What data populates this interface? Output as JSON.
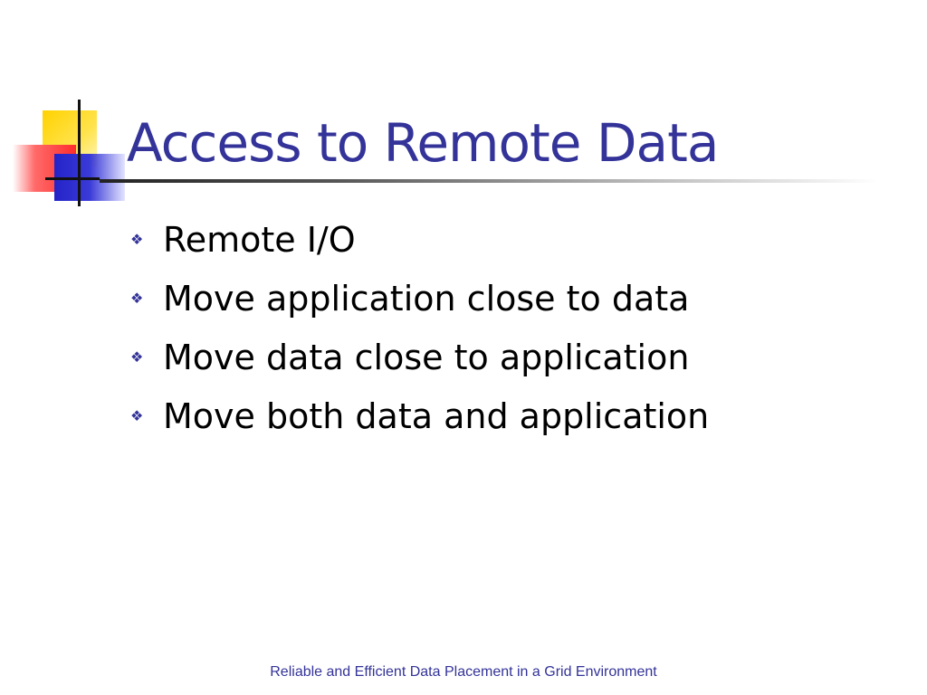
{
  "slide": {
    "title": "Access to Remote Data",
    "bullet_icon": "❖",
    "bullets": [
      {
        "text": "Remote I/O"
      },
      {
        "text": "Move application close to data"
      },
      {
        "text": "Move data close to application"
      },
      {
        "text": "Move both data and application"
      }
    ],
    "footer": "Reliable and Efficient Data Placement in a Grid Environment"
  },
  "colors": {
    "title": "#333399",
    "bullet_text": "#000000",
    "footer": "#333399",
    "logo_yellow": "#ffd200",
    "logo_red": "#ff2d2d",
    "logo_blue": "#2323c8"
  },
  "icons": {
    "logo": "squares-crosshair-logo",
    "bullet": "four-diamond-bullet-icon"
  }
}
